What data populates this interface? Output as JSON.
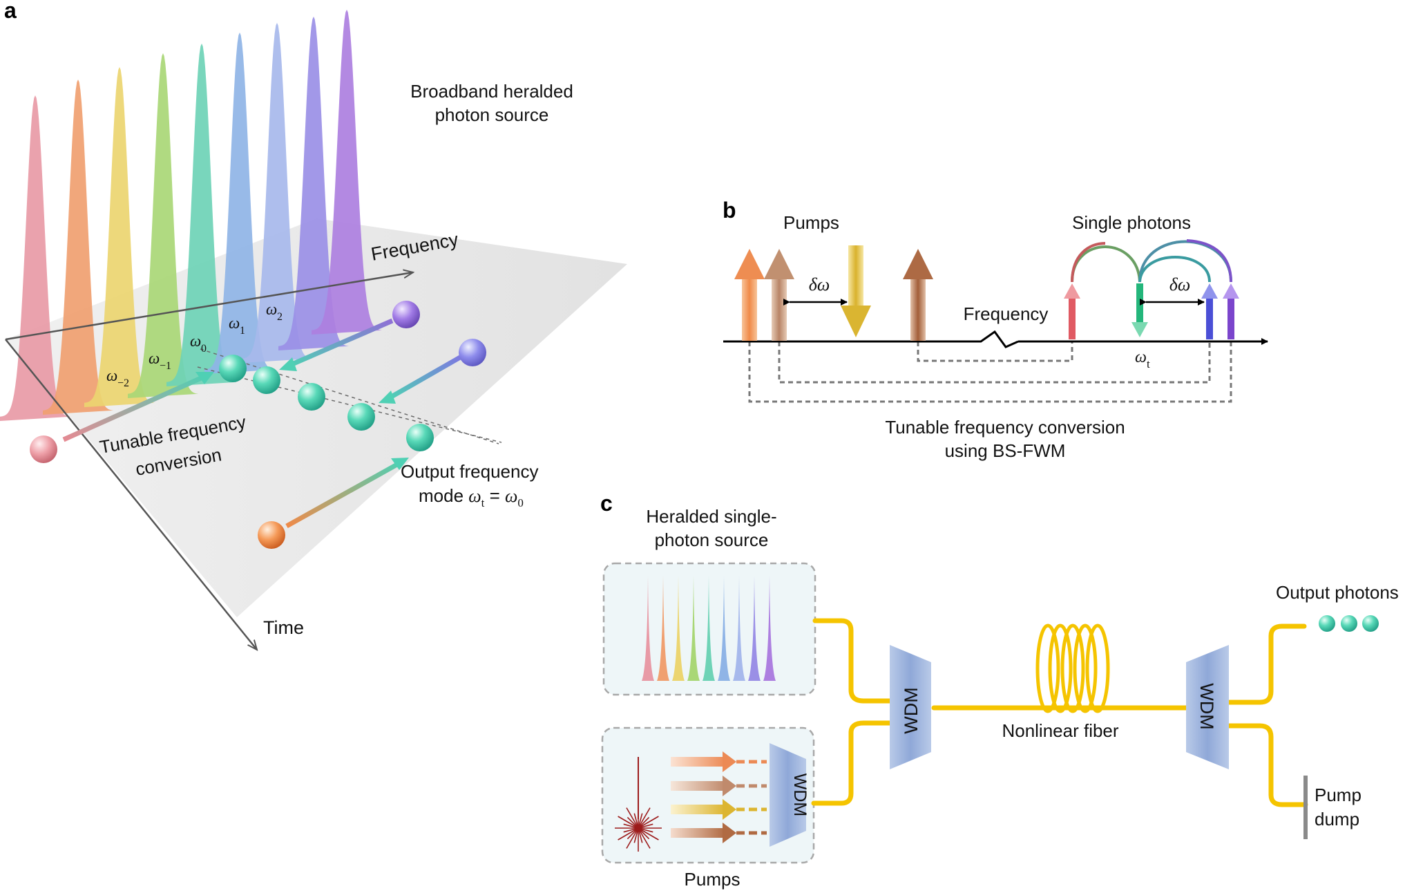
{
  "panels": {
    "a": {
      "label": "a",
      "title_line1": "Broadband heralded",
      "title_line2": "photon source",
      "freq_axis": "Frequency",
      "time_axis": "Time",
      "mode_labels": [
        {
          "base": "ω",
          "sub": "−2"
        },
        {
          "base": "ω",
          "sub": "−1"
        },
        {
          "base": "ω",
          "sub": "0"
        },
        {
          "base": "ω",
          "sub": "1"
        },
        {
          "base": "ω",
          "sub": "2"
        }
      ],
      "conversion_line1": "Tunable frequency",
      "conversion_line2": "conversion",
      "output_line1": "Output frequency",
      "output_line2_prefix": "mode ",
      "output_line2_base1": "ω",
      "output_line2_sub1": "t",
      "output_line2_eq": " = ",
      "output_line2_base2": "ω",
      "output_line2_sub2": "0",
      "colors": [
        "#e89aa6",
        "#f0a070",
        "#ecd570",
        "#a9d776",
        "#6ed3b6",
        "#8fb4e6",
        "#a7b9ec",
        "#9a8fe6",
        "#ad7fe0"
      ]
    },
    "b": {
      "label": "b",
      "pumps": "Pumps",
      "single_photons": "Single photons",
      "delta_left": "δω",
      "delta_right": "δω",
      "frequency": "Frequency",
      "omega_t_base": "ω",
      "omega_t_sub": "t",
      "caption_line1": "Tunable frequency conversion",
      "caption_line2": "using BS-FWM"
    },
    "c": {
      "label": "c",
      "source_line1": "Heralded single-",
      "source_line2": "photon source",
      "pumps": "Pumps",
      "wdm_inner": "WDM",
      "wdm_left": "WDM",
      "wdm_right": "WDM",
      "fiber": "Nonlinear fiber",
      "output": "Output photons",
      "dump_line1": "Pump",
      "dump_line2": "dump",
      "fiber_color": "#f5c400",
      "wdm_color": "#9fb6de"
    }
  }
}
